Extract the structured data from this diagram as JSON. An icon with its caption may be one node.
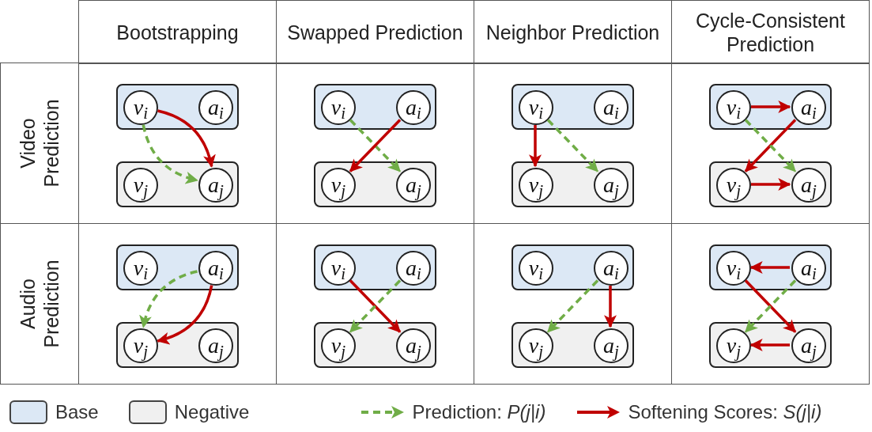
{
  "diagram": {
    "nodes": [
      {
        "text": [],
        "shape": "box"
      },
      {
        "text": [
          "v$_{i}$"
        ],
        "in": 0
      },
      {
        "text": [
          "a$_{i}$"
        ],
        "in": 0
      },
      {
        "text": [],
        "shape": "box"
      },
      {
        "text": [
          "v$_{j}$"
        ],
        "in": 3
      },
      {
        "text": [
          "a$_{j}$"
        ],
        "in": 3
      },
      {
        "text": [],
        "shape": "box"
      },
      {
        "text": [
          "v$_{i}$"
        ],
        "in": 6
      },
      {
        "text": [
          "a$_{i}$"
        ],
        "in": 6
      },
      {
        "text": [],
        "shape": "box"
      },
      {
        "text": [
          "v$_{j}$"
        ],
        "in": 9
      },
      {
        "text": [
          "a$_{j}$"
        ],
        "in": 9
      },
      {
        "text": [],
        "shape": "box"
      },
      {
        "text": [
          "v$_{i}$"
        ],
        "in": 12
      },
      {
        "text": [
          "a$_{i}$"
        ],
        "in": 12
      },
      {
        "text": [],
        "shape": "box"
      },
      {
        "text": [
          "v$_{j}$"
        ],
        "in": 15
      },
      {
        "text": [
          "a$_{j}$"
        ],
        "in": 15
      },
      {
        "text": [],
        "shape": "box"
      },
      {
        "text": [
          "v$_{i}$"
        ],
        "in": 18
      },
      {
        "text": [
          "a$_{i}$"
        ],
        "in": 18
      },
      {
        "text": [],
        "shape": "box"
      },
      {
        "text": [
          "v$_{j}$"
        ],
        "in": 21
      },
      {
        "text": [
          "a$_{j}$"
        ],
        "in": 21
      },
      {
        "text": [],
        "shape": "box"
      },
      {
        "text": [
          "v$_{i}$"
        ],
        "in": 24
      },
      {
        "text": [
          "a$_{i}$"
        ],
        "in": 24
      },
      {
        "text": [],
        "shape": "box"
      },
      {
        "text": [
          "v$_{j}$"
        ],
        "in": 27
      },
      {
        "text": [
          "a$_{j}$"
        ],
        "in": 27
      },
      {
        "text": [],
        "shape": "box"
      },
      {
        "text": [
          "v$_{i}$"
        ],
        "in": 30
      },
      {
        "text": [
          "a$_{i}$"
        ],
        "in": 30
      },
      {
        "text": [],
        "shape": "box"
      },
      {
        "text": [
          "v$_{j}$"
        ],
        "in": 33
      },
      {
        "text": [
          "a$_{j}$"
        ],
        "in": 33
      },
      {
        "text": [],
        "shape": "box"
      },
      {
        "text": [
          "v$_{i}$"
        ],
        "in": 36
      },
      {
        "text": [
          "a$_{i}$"
        ],
        "in": 36
      },
      {
        "text": [],
        "shape": "box"
      },
      {
        "text": [
          "v$_{j}$"
        ],
        "in": 39
      },
      {
        "text": [
          "a$_{j}$"
        ],
        "in": 39
      },
      {
        "text": [],
        "shape": "box"
      },
      {
        "text": [
          "v$_{i}$"
        ],
        "in": 42
      },
      {
        "text": [
          "a$_{i}$"
        ],
        "in": 42
      },
      {
        "text": [],
        "shape": "box"
      },
      {
        "text": [
          "v$_{j}$"
        ],
        "in": 45
      },
      {
        "text": [
          "a$_{j}$"
        ],
        "in": 45
      }
    ],
    "edges": [
      {
        "from": 1,
        "to": 5,
        "arrow": "to"
      },
      {
        "from": 1,
        "to": 5,
        "arrow": "to",
        "style": "dashed",
        "color": "#70ad47"
      },
      {
        "from": 7,
        "to": 11,
        "arrow": "to",
        "style": "dashed",
        "color": "#70ad47"
      },
      {
        "from": 8,
        "to": 10,
        "arrow": "to"
      },
      {
        "from": 13,
        "to": 16,
        "arrow": "to"
      },
      {
        "from": 13,
        "to": 17,
        "arrow": "to",
        "style": "dashed",
        "color": "#70ad47"
      },
      {
        "from": 19,
        "to": 20,
        "arrow": "to"
      },
      {
        "from": 20,
        "to": 22,
        "arrow": "to"
      },
      {
        "from": 19,
        "to": 23,
        "arrow": "to",
        "style": "dashed",
        "color": "#70ad47"
      },
      {
        "from": 22,
        "to": 23,
        "arrow": "to"
      },
      {
        "from": 26,
        "to": 28,
        "arrow": "to",
        "style": "dashed",
        "color": "#70ad47"
      },
      {
        "from": 26,
        "to": 28,
        "arrow": "to"
      },
      {
        "from": 31,
        "to": 35,
        "arrow": "to"
      },
      {
        "from": 32,
        "to": 34,
        "arrow": "to",
        "style": "dashed",
        "color": "#70ad47"
      },
      {
        "from": 38,
        "to": 40,
        "arrow": "to",
        "style": "dashed",
        "color": "#70ad47"
      },
      {
        "from": 38,
        "to": 41,
        "arrow": "to"
      },
      {
        "from": 44,
        "to": 43,
        "arrow": "to"
      },
      {
        "from": 43,
        "to": 47,
        "arrow": "to"
      },
      {
        "from": 44,
        "to": 46,
        "arrow": "to",
        "style": "dashed",
        "color": "#70ad47"
      },
      {
        "from": 47,
        "to": 46,
        "arrow": "to"
      }
    ],
    "labels": [
      "Bootstrapping",
      "Swapped Prediction",
      "Neighbor Prediction",
      "Cycle-Consistent Prediction",
      "Video Prediction",
      "Audio Prediction"
    ],
    "legend": [
      {
        "text": "Base",
        "color": "#dce8f5"
      },
      {
        "text": "Negative",
        "color": "#f0f0f0"
      },
      {
        "text": "Prediction: *P(j|i)*"
      },
      {
        "text": "Softening Scores: *S(j|i)*"
      }
    ]
  }
}
